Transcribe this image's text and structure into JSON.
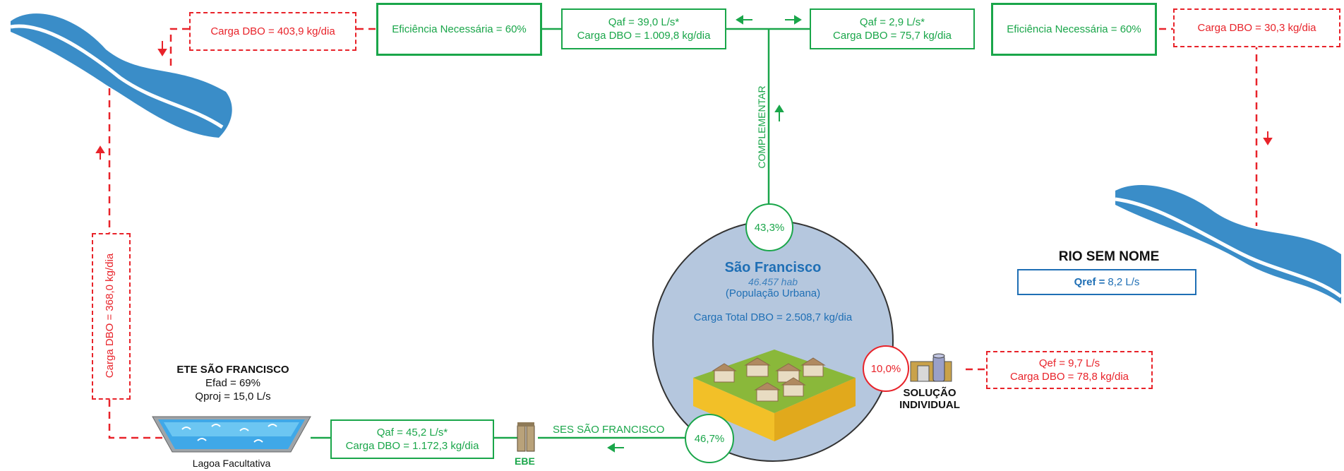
{
  "left_top": {
    "carga": "Carga DBO = 403,9 kg/dia",
    "eficiencia": "Eficiência Necessária = 60%",
    "qaf": "Qaf = 39,0 L/s*",
    "carga_afl": "Carga DBO = 1.009,8 kg/dia"
  },
  "right_top": {
    "qaf": "Qaf = 2,9 L/s*",
    "carga_afl": "Carga DBO = 75,7 kg/dia",
    "eficiencia": "Eficiência Necessária = 60%",
    "carga": "Carga DBO = 30,3 kg/dia"
  },
  "complementar": "COMPLEMENTAR",
  "pct_complementar": "43,3%",
  "city": {
    "name": "São Francisco",
    "hab": "46.457 hab",
    "pop": "(População Urbana)",
    "carga_total": "Carga Total DBO = 2.508,7 kg/dia"
  },
  "river": {
    "name": "RIO SEM NOME",
    "qref_label": "Qref =",
    "qref_value": "8,2 L/s"
  },
  "individual": {
    "pct": "10,0%",
    "label_1": "SOLUÇÃO",
    "label_2": "INDIVIDUAL",
    "qef": "Qef = 9,7 L/s",
    "carga": "Carga DBO = 78,8 kg/dia"
  },
  "ete": {
    "title": "ETE SÃO FRANCISCO",
    "efad": "Efad = 69%",
    "qproj": "Qproj = 15,0 L/s",
    "lagoa": "Lagoa Facultativa",
    "carga_vertical": "Carga DBO = 368,0 kg/dia"
  },
  "ses": {
    "label": "SES SÃO FRANCISCO",
    "pct": "46,7%",
    "ebe": "EBE",
    "qaf": "Qaf = 45,2 L/s*",
    "carga": "Carga DBO = 1.172,3 kg/dia"
  },
  "colors": {
    "green": "#1aa64a",
    "red": "#e8232a",
    "blue": "#1f6fb5",
    "city_fill": "#b5c7de"
  }
}
